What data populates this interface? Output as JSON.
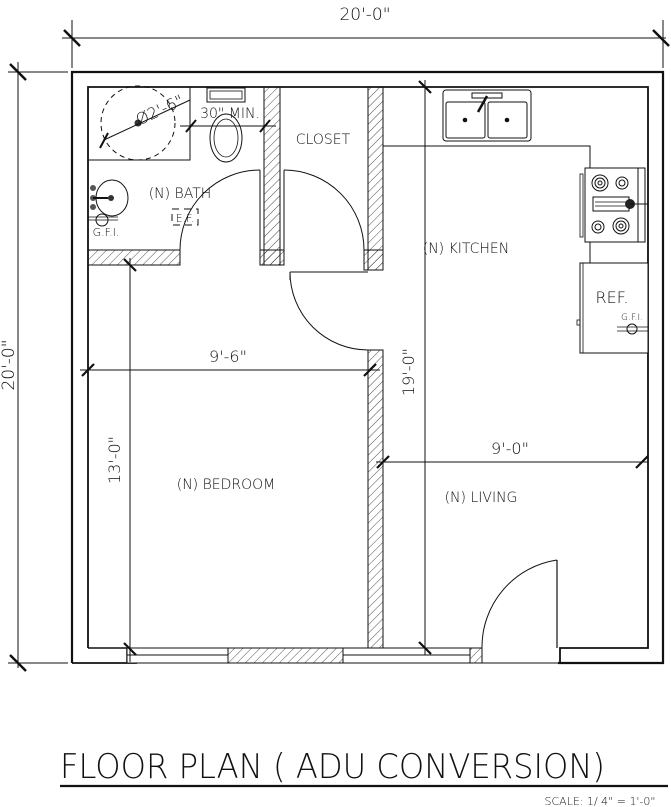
{
  "dimensions": {
    "overall_width": "20'-0\"",
    "overall_depth": "20'-0\"",
    "bedroom_width": "9'-6\"",
    "bedroom_depth": "13'-0\"",
    "kitchen_depth": "19'-0\"",
    "living_width": "9'-0\"",
    "shower_diameter": "Ø2'-6\"",
    "toilet_clearance": "30\" MIN."
  },
  "rooms": {
    "bath": "(N) BATH",
    "closet": "CLOSET",
    "kitchen": "(N) KITCHEN",
    "bedroom": "(N) BEDROOM",
    "living": "(N) LIVING"
  },
  "fixtures": {
    "exhaust_fan": "E.F.",
    "bath_gfi": "G.F.I.",
    "refrigerator": "REF.",
    "kitchen_gfi": "G.F.I."
  },
  "title": "FLOOR PLAN ( ADU CONVERSION)",
  "scale": "SCALE: 1/ 4\" = 1'-0\""
}
